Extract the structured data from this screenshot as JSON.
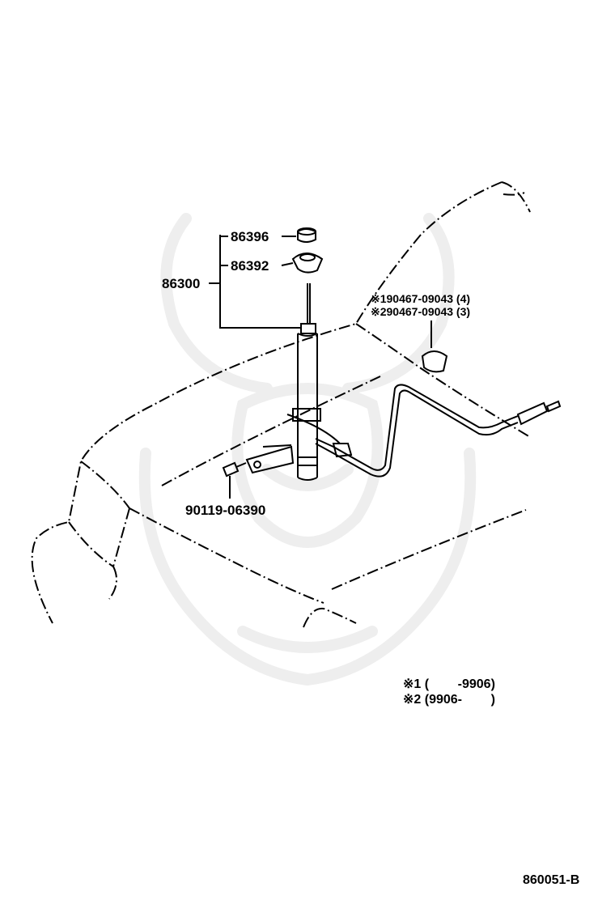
{
  "parts": {
    "p86396": "86396",
    "p86392": "86392",
    "p86300": "86300",
    "p90119": "90119-06390",
    "clip1": "※190467-09043 (4)",
    "clip2": "※290467-09043 (3)"
  },
  "notes": {
    "n1": "※1 (        -9906)",
    "n2": "※2 (9906-        )"
  },
  "figure_ref": "860051-B",
  "colors": {
    "line": "#000000",
    "watermark": "#eeeeee",
    "background": "#ffffff"
  }
}
